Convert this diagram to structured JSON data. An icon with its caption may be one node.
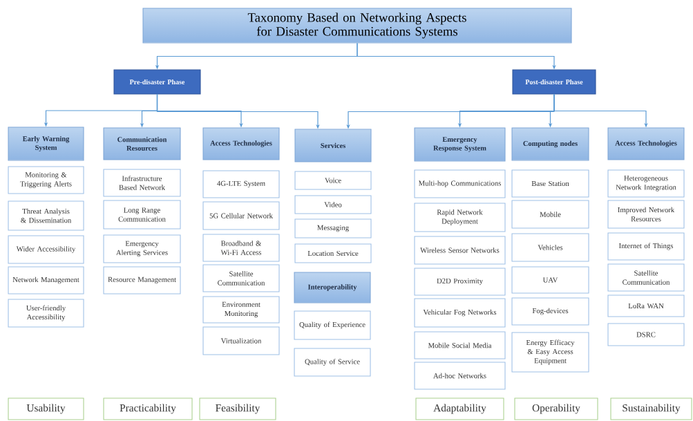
{
  "diagram": {
    "nodes": [
      {
        "text": [
          "Taxonomy Based on Networking Aspects for Disaster Communications Systems"
        ]
      },
      {
        "text": [
          "Pre-disaster Phase"
        ]
      },
      {
        "text": [
          "Post-disaster Phase"
        ]
      },
      {
        "text": [
          "Early Warning System"
        ]
      },
      {
        "text": [
          "Monitoring & Triggering Alerts"
        ]
      },
      {
        "text": [
          "Threat Analysis & Dissemination"
        ]
      },
      {
        "text": [
          "Wider Accessibility"
        ]
      },
      {
        "text": [
          "Network Management"
        ]
      },
      {
        "text": [
          "User-friendly Accessibility"
        ]
      },
      {
        "text": [
          "Communication Resources"
        ]
      },
      {
        "text": [
          "Infrastructure Based Network"
        ]
      },
      {
        "text": [
          "Long Range Communication"
        ]
      },
      {
        "text": [
          "Emergency Alerting Services"
        ]
      },
      {
        "text": [
          "Resource Management"
        ]
      },
      {
        "text": [
          "Access Technologies"
        ]
      },
      {
        "text": [
          "4G-LTE System"
        ]
      },
      {
        "text": [
          "5G Cellular Network"
        ]
      },
      {
        "text": [
          "Broadband & Wi-Fi Access"
        ]
      },
      {
        "text": [
          "Satellite Communication"
        ]
      },
      {
        "text": [
          "Environment Monitoring"
        ]
      },
      {
        "text": [
          "Virtualization"
        ]
      },
      {
        "text": [
          "Services"
        ]
      },
      {
        "text": [
          "Voice"
        ]
      },
      {
        "text": [
          "Video"
        ]
      },
      {
        "text": [
          "Messaging"
        ]
      },
      {
        "text": [
          "Location Service"
        ]
      },
      {
        "text": [
          "Interoperability"
        ]
      },
      {
        "text": [
          "Quality of Experience"
        ]
      },
      {
        "text": [
          "Quality of Service"
        ]
      },
      {
        "text": [
          "Emergency Response System"
        ]
      },
      {
        "text": [
          "Multi-hop Communications"
        ]
      },
      {
        "text": [
          "Rapid Network Deployment"
        ]
      },
      {
        "text": [
          "Wireless Sensor Networks"
        ]
      },
      {
        "text": [
          "D2D Proximity"
        ]
      },
      {
        "text": [
          "Vehicular Fog Networks"
        ]
      },
      {
        "text": [
          "Mobile Social Media"
        ]
      },
      {
        "text": [
          "Ad-hoc Networks"
        ]
      },
      {
        "text": [
          "Computing nodes"
        ]
      },
      {
        "text": [
          "Base Station"
        ]
      },
      {
        "text": [
          "Mobile"
        ]
      },
      {
        "text": [
          "Vehicles"
        ]
      },
      {
        "text": [
          "UAV"
        ]
      },
      {
        "text": [
          "Fog-devices"
        ]
      },
      {
        "text": [
          "Energy Efficacy & Easy Access Equipment"
        ]
      },
      {
        "text": [
          "Access Technologies"
        ]
      },
      {
        "text": [
          "Heterogeneous Network Integration"
        ]
      },
      {
        "text": [
          "Improved Network Resources"
        ]
      },
      {
        "text": [
          "Internet of Things"
        ]
      },
      {
        "text": [
          "Satellite Communication"
        ]
      },
      {
        "text": [
          "LoRa WAN"
        ]
      },
      {
        "text": [
          "DSRC"
        ]
      },
      {
        "text": [
          "Usability"
        ]
      },
      {
        "text": [
          "Practicability"
        ]
      },
      {
        "text": [
          "Feasibility"
        ]
      },
      {
        "text": [
          "Adaptability"
        ]
      },
      {
        "text": [
          "Operability"
        ]
      },
      {
        "text": [
          "Sustainability"
        ]
      }
    ],
    "edges": [
      {
        "from": 0,
        "to": 1,
        "arrow": "to"
      },
      {
        "from": 0,
        "to": 2,
        "arrow": "to"
      },
      {
        "from": 1,
        "to": 3,
        "arrow": "to"
      },
      {
        "from": 1,
        "to": 9,
        "arrow": "to"
      },
      {
        "from": 1,
        "to": 14,
        "arrow": "to"
      },
      {
        "from": 1,
        "to": 21,
        "arrow": "to"
      },
      {
        "from": 2,
        "to": 21,
        "arrow": "to"
      },
      {
        "from": 2,
        "to": 29,
        "arrow": "to"
      },
      {
        "from": 2,
        "to": 37,
        "arrow": "to"
      },
      {
        "from": 2,
        "to": 44,
        "arrow": "to"
      }
    ]
  }
}
